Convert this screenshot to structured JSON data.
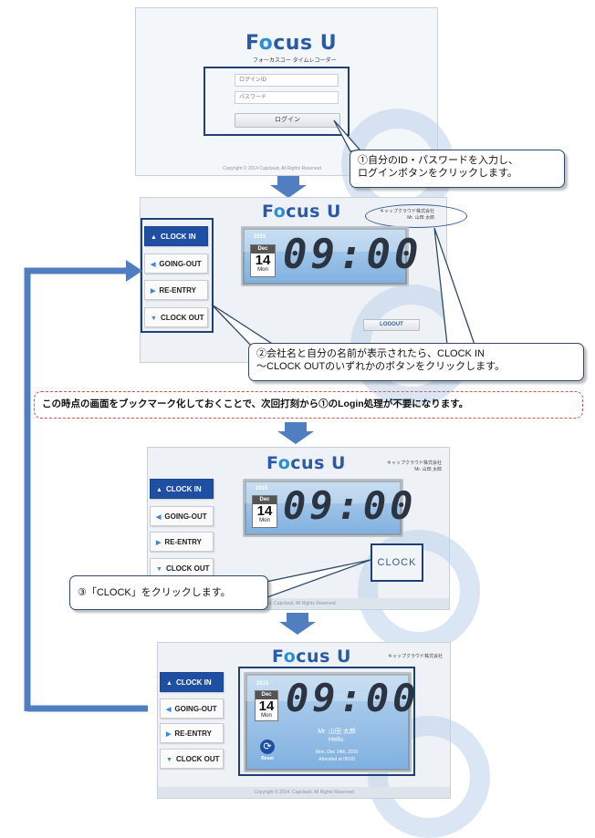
{
  "brand": {
    "logo_left": "F",
    "logo_o": "o",
    "logo_right": "cus U",
    "subtitle": "フォーカスユー タイムレコーダー"
  },
  "login": {
    "id_placeholder": "ログインID",
    "password_placeholder": "パスワード",
    "button": "ログイン",
    "copyright": "Copyright © 2014 Capclaud, All Rights Reserved"
  },
  "company": {
    "name": "キャップクラウド株式会社",
    "user": "Mr. 山田 太郎"
  },
  "nav": {
    "clock_in": "CLOCK IN",
    "going_out": "GOING-OUT",
    "re_entry": "RE-ENTRY",
    "clock_out": "CLOCK OUT"
  },
  "clock": {
    "year": "2015",
    "month": "Dec",
    "day": "14",
    "weekday": "Mon",
    "time": "09:00"
  },
  "logout_button": "LOGOUT",
  "clock_button": "CLOCK",
  "footer": "2014. Capclaud, All Rights Reserved",
  "footer_full": "Copyright © 2014. Capclaud, All Rights Reserved",
  "result": {
    "user": "Mr. 山田 太郎",
    "hello": "Hello.",
    "date_line": "Mon, Dec 14th, 2015",
    "attended": "Attended at 09:00",
    "reset": "Reset"
  },
  "callouts": {
    "step1_line1": "①自分のID・パスワードを入力し、",
    "step1_line2": "ログインボタンをクリックします。",
    "step2_line1": "②会社名と自分の名前が表示されたら、CLOCK  IN",
    "step2_line2": "～CLOCK OUTのいずれかのボタンをクリックします。",
    "bookmark": "この時点の画面をブックマーク化しておくことで、次回打刻から①のLogin処理が不要になります。",
    "step3": "③「CLOCK」をクリックします。"
  },
  "colors": {
    "accent": "#1f4fa3",
    "arrow": "#4f7fc0",
    "callout_border": "#2f4a6a",
    "bookmark_border": "#d9534f"
  }
}
